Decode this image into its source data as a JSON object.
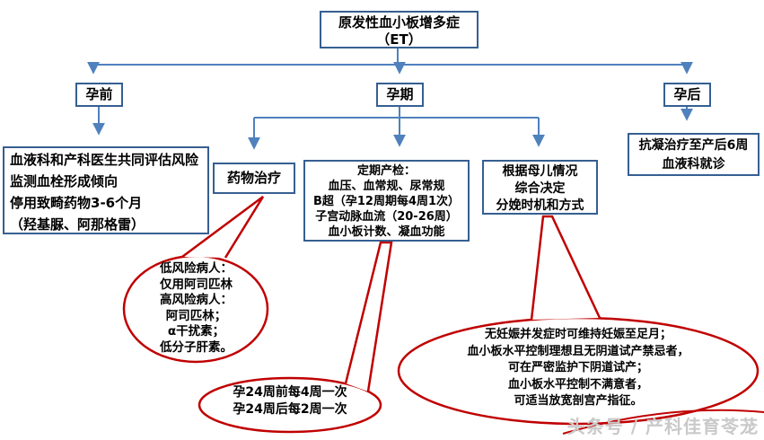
{
  "colors": {
    "box_border": "#365F91",
    "arrow_blue": "#4F81BD",
    "callout_red": "#C00000",
    "text": "#000000",
    "watermark_gray": "#C9C9C9"
  },
  "title_box": {
    "line1": "原发性血小板增多症",
    "line2": "（ET）"
  },
  "branches": {
    "pre": "孕前",
    "during": "孕期",
    "post": "孕后"
  },
  "pre_box": {
    "lines": [
      "血液科和产科医生共同评估风险",
      "监测血栓形成倾向",
      "停用致畸药物3-6个月",
      "（羟基脲、阿那格雷）"
    ]
  },
  "drug_box": {
    "label": "药物治疗"
  },
  "checkup_box": {
    "lines": [
      "定期产检：",
      "血压、血常规、尿常规",
      "B超（孕12周期每4周1次）",
      "子宫动脉血流（20-26周）",
      "血小板计数、凝血功能"
    ]
  },
  "delivery_box": {
    "lines": [
      "根据母儿情况",
      "综合决定",
      "分娩时机和方式"
    ]
  },
  "post_box": {
    "lines": [
      "抗凝治疗至产后6周",
      "血液科就诊"
    ]
  },
  "drug_callout": {
    "lines": [
      "低风险病人：",
      "仅用阿司匹林",
      "高风险病人：",
      "阿司匹林；",
      "α干扰素；",
      "低分子肝素。"
    ]
  },
  "checkup_callout": {
    "lines": [
      "孕24周前每4周一次",
      "孕24周后每2周一次"
    ]
  },
  "delivery_callout": {
    "lines": [
      "无妊娠并发症时可维持妊娠至足月；",
      "血小板水平控制理想且无阴道试产禁忌者，",
      "可在严密监护下阴道试产；",
      "血小板水平控制不满意者，",
      "可适当放宽剖宫产指征。"
    ]
  },
  "watermark": {
    "text": "头条号 / 产科佳育苓茏"
  }
}
